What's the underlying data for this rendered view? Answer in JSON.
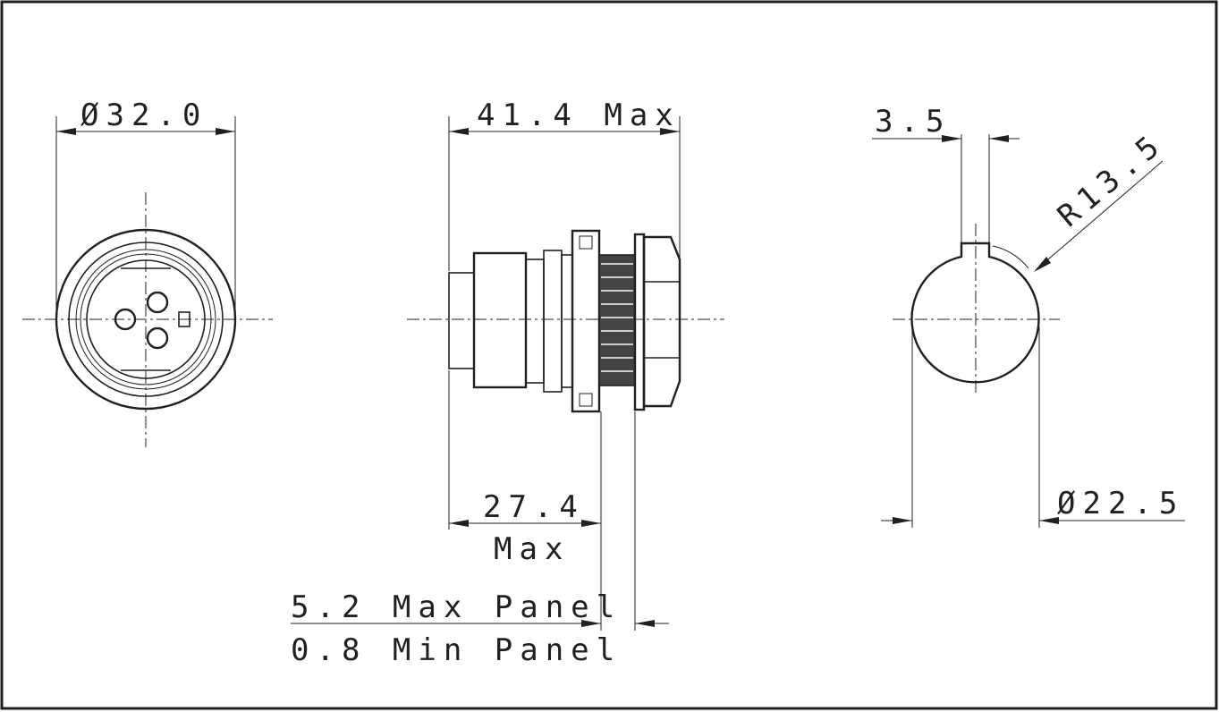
{
  "title": "Connector panel mount dimension drawing",
  "front_view": {
    "diameter_label": "Ø32.0"
  },
  "side_view": {
    "overall_length_label": "41.4 Max",
    "body_length_value": "27.4",
    "body_length_suffix": "Max",
    "panel_max_label": "5.2 Max Panel",
    "panel_min_label": "0.8 Min Panel"
  },
  "cutout_view": {
    "key_width_label": "3.5",
    "radius_label": "R13.5",
    "diameter_label": "Ø22.5"
  }
}
